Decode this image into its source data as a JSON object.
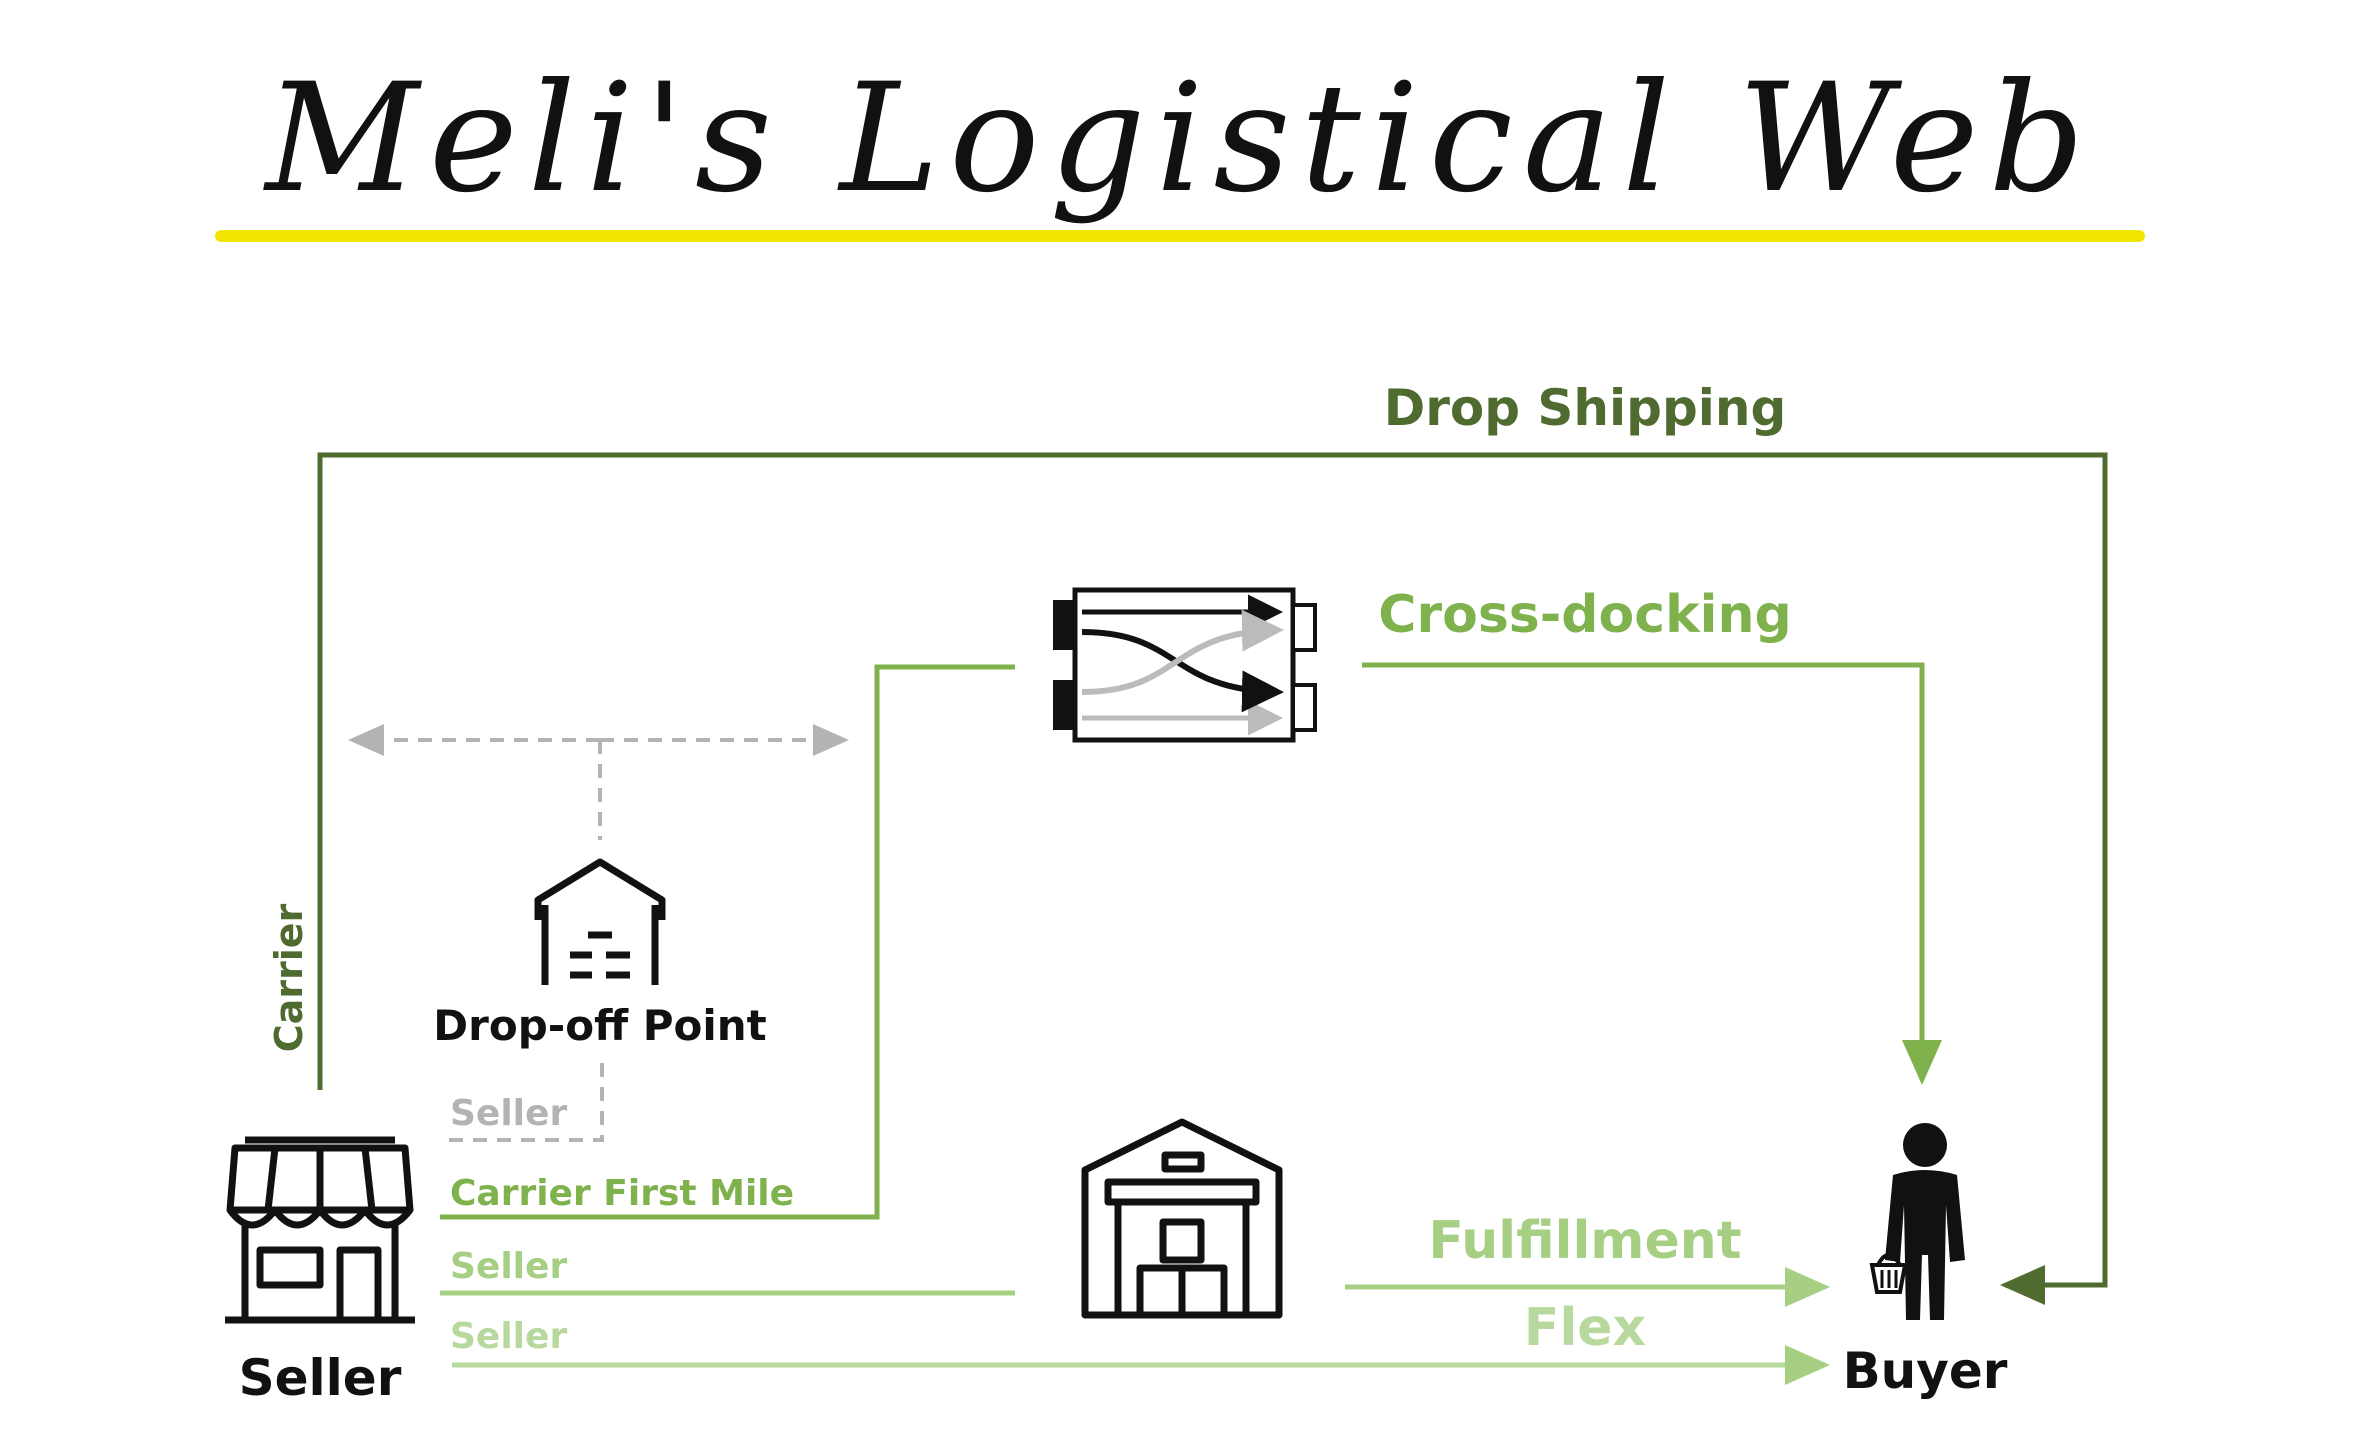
{
  "title": "Meli's Logistical Web",
  "colors": {
    "highlight": "#f2e600",
    "dark_green": "#4f6b2f",
    "mid_green": "#7fb24d",
    "light_green": "#a6cf84",
    "pale_green": "#b8d99e",
    "gray": "#b3b3b3",
    "ink": "#111111"
  },
  "nodes": {
    "seller": {
      "label": "Seller",
      "icon": "storefront-icon"
    },
    "buyer": {
      "label": "Buyer",
      "icon": "shopper-with-basket-icon"
    },
    "drop_off": {
      "label": "Drop-off Point",
      "icon": "warehouse-house-icon"
    },
    "cross_dock": {
      "icon": "cross-docking-facility-icon"
    },
    "fulfillment_center": {
      "icon": "fulfillment-warehouse-icon"
    }
  },
  "routes": {
    "drop_shipping": "Drop Shipping",
    "carrier": "Carrier",
    "cross_docking": "Cross-docking",
    "carrier_first_mile": "Carrier First Mile",
    "seller_dropoff": "Seller",
    "seller_fulfillment": "Seller",
    "fulfillment": "Fulfillment",
    "seller_flex": "Seller",
    "flex": "Flex"
  }
}
